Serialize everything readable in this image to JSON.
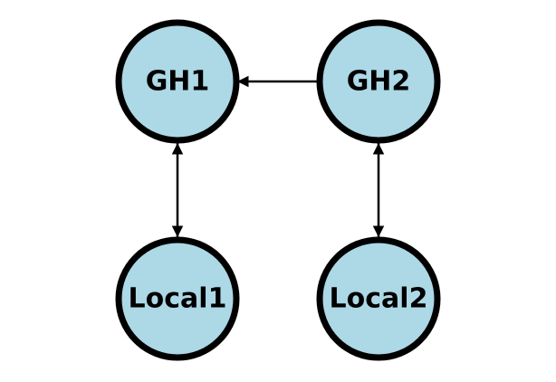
{
  "diagram": {
    "node_fill": "#add8e6",
    "node_stroke": "#000000",
    "edge_color": "#000000",
    "nodes": [
      {
        "id": "gh1",
        "label": "GH1"
      },
      {
        "id": "gh2",
        "label": "GH2"
      },
      {
        "id": "local1",
        "label": "Local1"
      },
      {
        "id": "local2",
        "label": "Local2"
      }
    ],
    "edges": [
      {
        "from": "gh2",
        "to": "gh1",
        "direction": "one-way"
      },
      {
        "from": "gh1",
        "to": "local1",
        "direction": "two-way"
      },
      {
        "from": "gh2",
        "to": "local2",
        "direction": "two-way"
      }
    ]
  }
}
